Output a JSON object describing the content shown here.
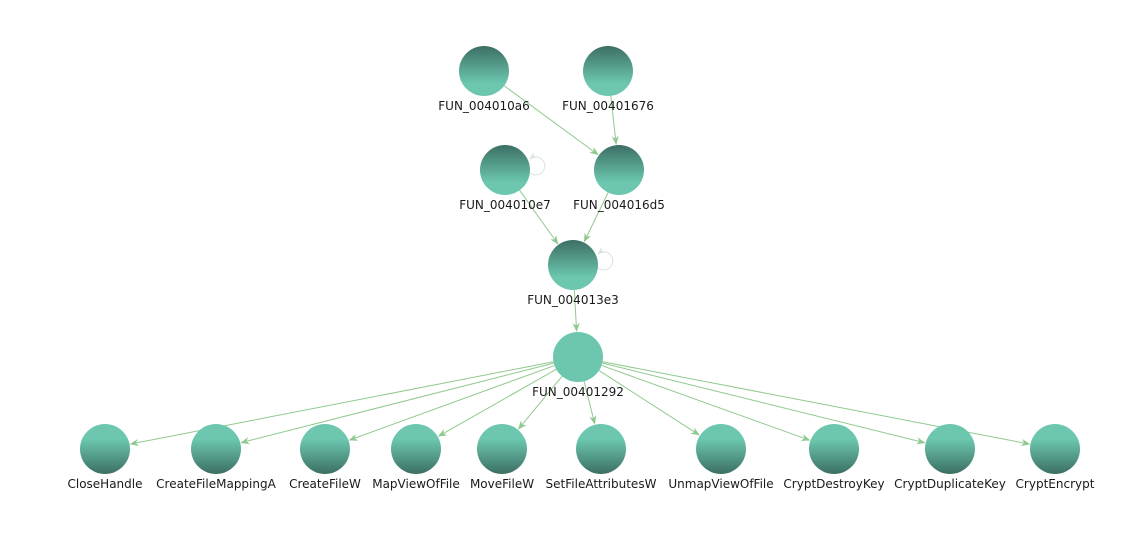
{
  "graph": {
    "nodes": [
      {
        "id": "n1",
        "label": "FUN_004010a6",
        "style": "function"
      },
      {
        "id": "n2",
        "label": "FUN_00401676",
        "style": "function"
      },
      {
        "id": "n3",
        "label": "FUN_004010e7",
        "style": "function",
        "self_call": true
      },
      {
        "id": "n4",
        "label": "FUN_004016d5",
        "style": "function"
      },
      {
        "id": "n5",
        "label": "FUN_004013e3",
        "style": "function",
        "self_call": true
      },
      {
        "id": "n6",
        "label": "FUN_00401292",
        "style": "selected"
      },
      {
        "id": "t1",
        "label": "CloseHandle",
        "style": "thunk"
      },
      {
        "id": "t2",
        "label": "CreateFileMappingA",
        "style": "thunk"
      },
      {
        "id": "t3",
        "label": "CreateFileW",
        "style": "thunk"
      },
      {
        "id": "t4",
        "label": "MapViewOfFile",
        "style": "thunk"
      },
      {
        "id": "t5",
        "label": "MoveFileW",
        "style": "thunk"
      },
      {
        "id": "t6",
        "label": "SetFileAttributesW",
        "style": "thunk"
      },
      {
        "id": "t7",
        "label": "UnmapViewOfFile",
        "style": "thunk"
      },
      {
        "id": "t8",
        "label": "CryptDestroyKey",
        "style": "thunk"
      },
      {
        "id": "t9",
        "label": "CryptDuplicateKey",
        "style": "thunk"
      },
      {
        "id": "t10",
        "label": "CryptEncrypt",
        "style": "thunk"
      }
    ],
    "edges": [
      {
        "from": "n1",
        "to": "n4"
      },
      {
        "from": "n2",
        "to": "n4"
      },
      {
        "from": "n3",
        "to": "n5"
      },
      {
        "from": "n4",
        "to": "n5"
      },
      {
        "from": "n5",
        "to": "n6"
      },
      {
        "from": "n6",
        "to": "t1"
      },
      {
        "from": "n6",
        "to": "t2"
      },
      {
        "from": "n6",
        "to": "t3"
      },
      {
        "from": "n6",
        "to": "t4"
      },
      {
        "from": "n6",
        "to": "t5"
      },
      {
        "from": "n6",
        "to": "t6"
      },
      {
        "from": "n6",
        "to": "t7"
      },
      {
        "from": "n6",
        "to": "t8"
      },
      {
        "from": "n6",
        "to": "t9"
      },
      {
        "from": "n6",
        "to": "t10"
      }
    ],
    "colors": {
      "node_light": "#6cc7ae",
      "node_dark": "#3c6f63",
      "edge": "#8fc98f",
      "self_loop": "#d9e3e1"
    }
  }
}
